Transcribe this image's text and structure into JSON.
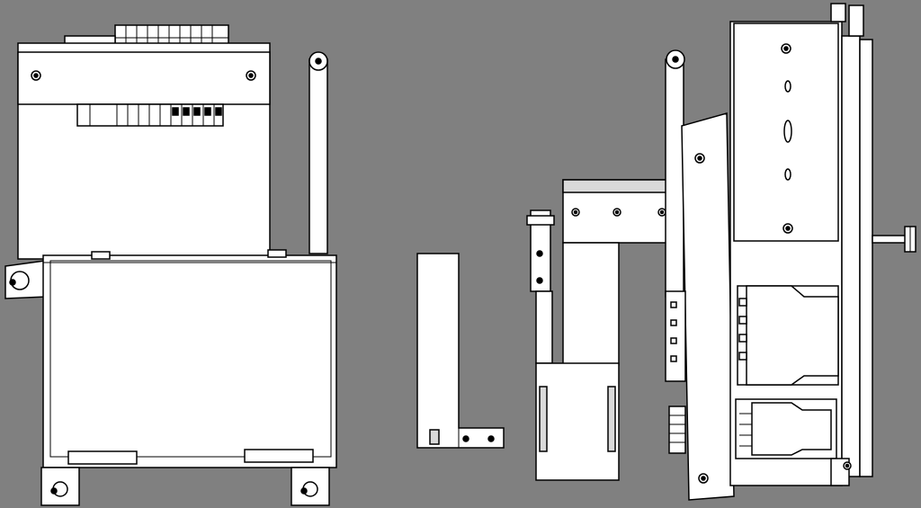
{
  "scene": {
    "description_visible_text": "",
    "colors": {
      "background": "#808080",
      "part_fill": "#ffffff",
      "part_stroke": "#000000",
      "shade": "#d9d9d9"
    },
    "parts": [
      {
        "name": "controller-module-left"
      },
      {
        "name": "mounting-rod-left"
      },
      {
        "name": "bracket-l-shaped"
      },
      {
        "name": "clip-bracket-small"
      },
      {
        "name": "rail-plate"
      },
      {
        "name": "enclosure-box-small"
      },
      {
        "name": "mounting-rod-right"
      },
      {
        "name": "controller-module-right"
      }
    ]
  }
}
